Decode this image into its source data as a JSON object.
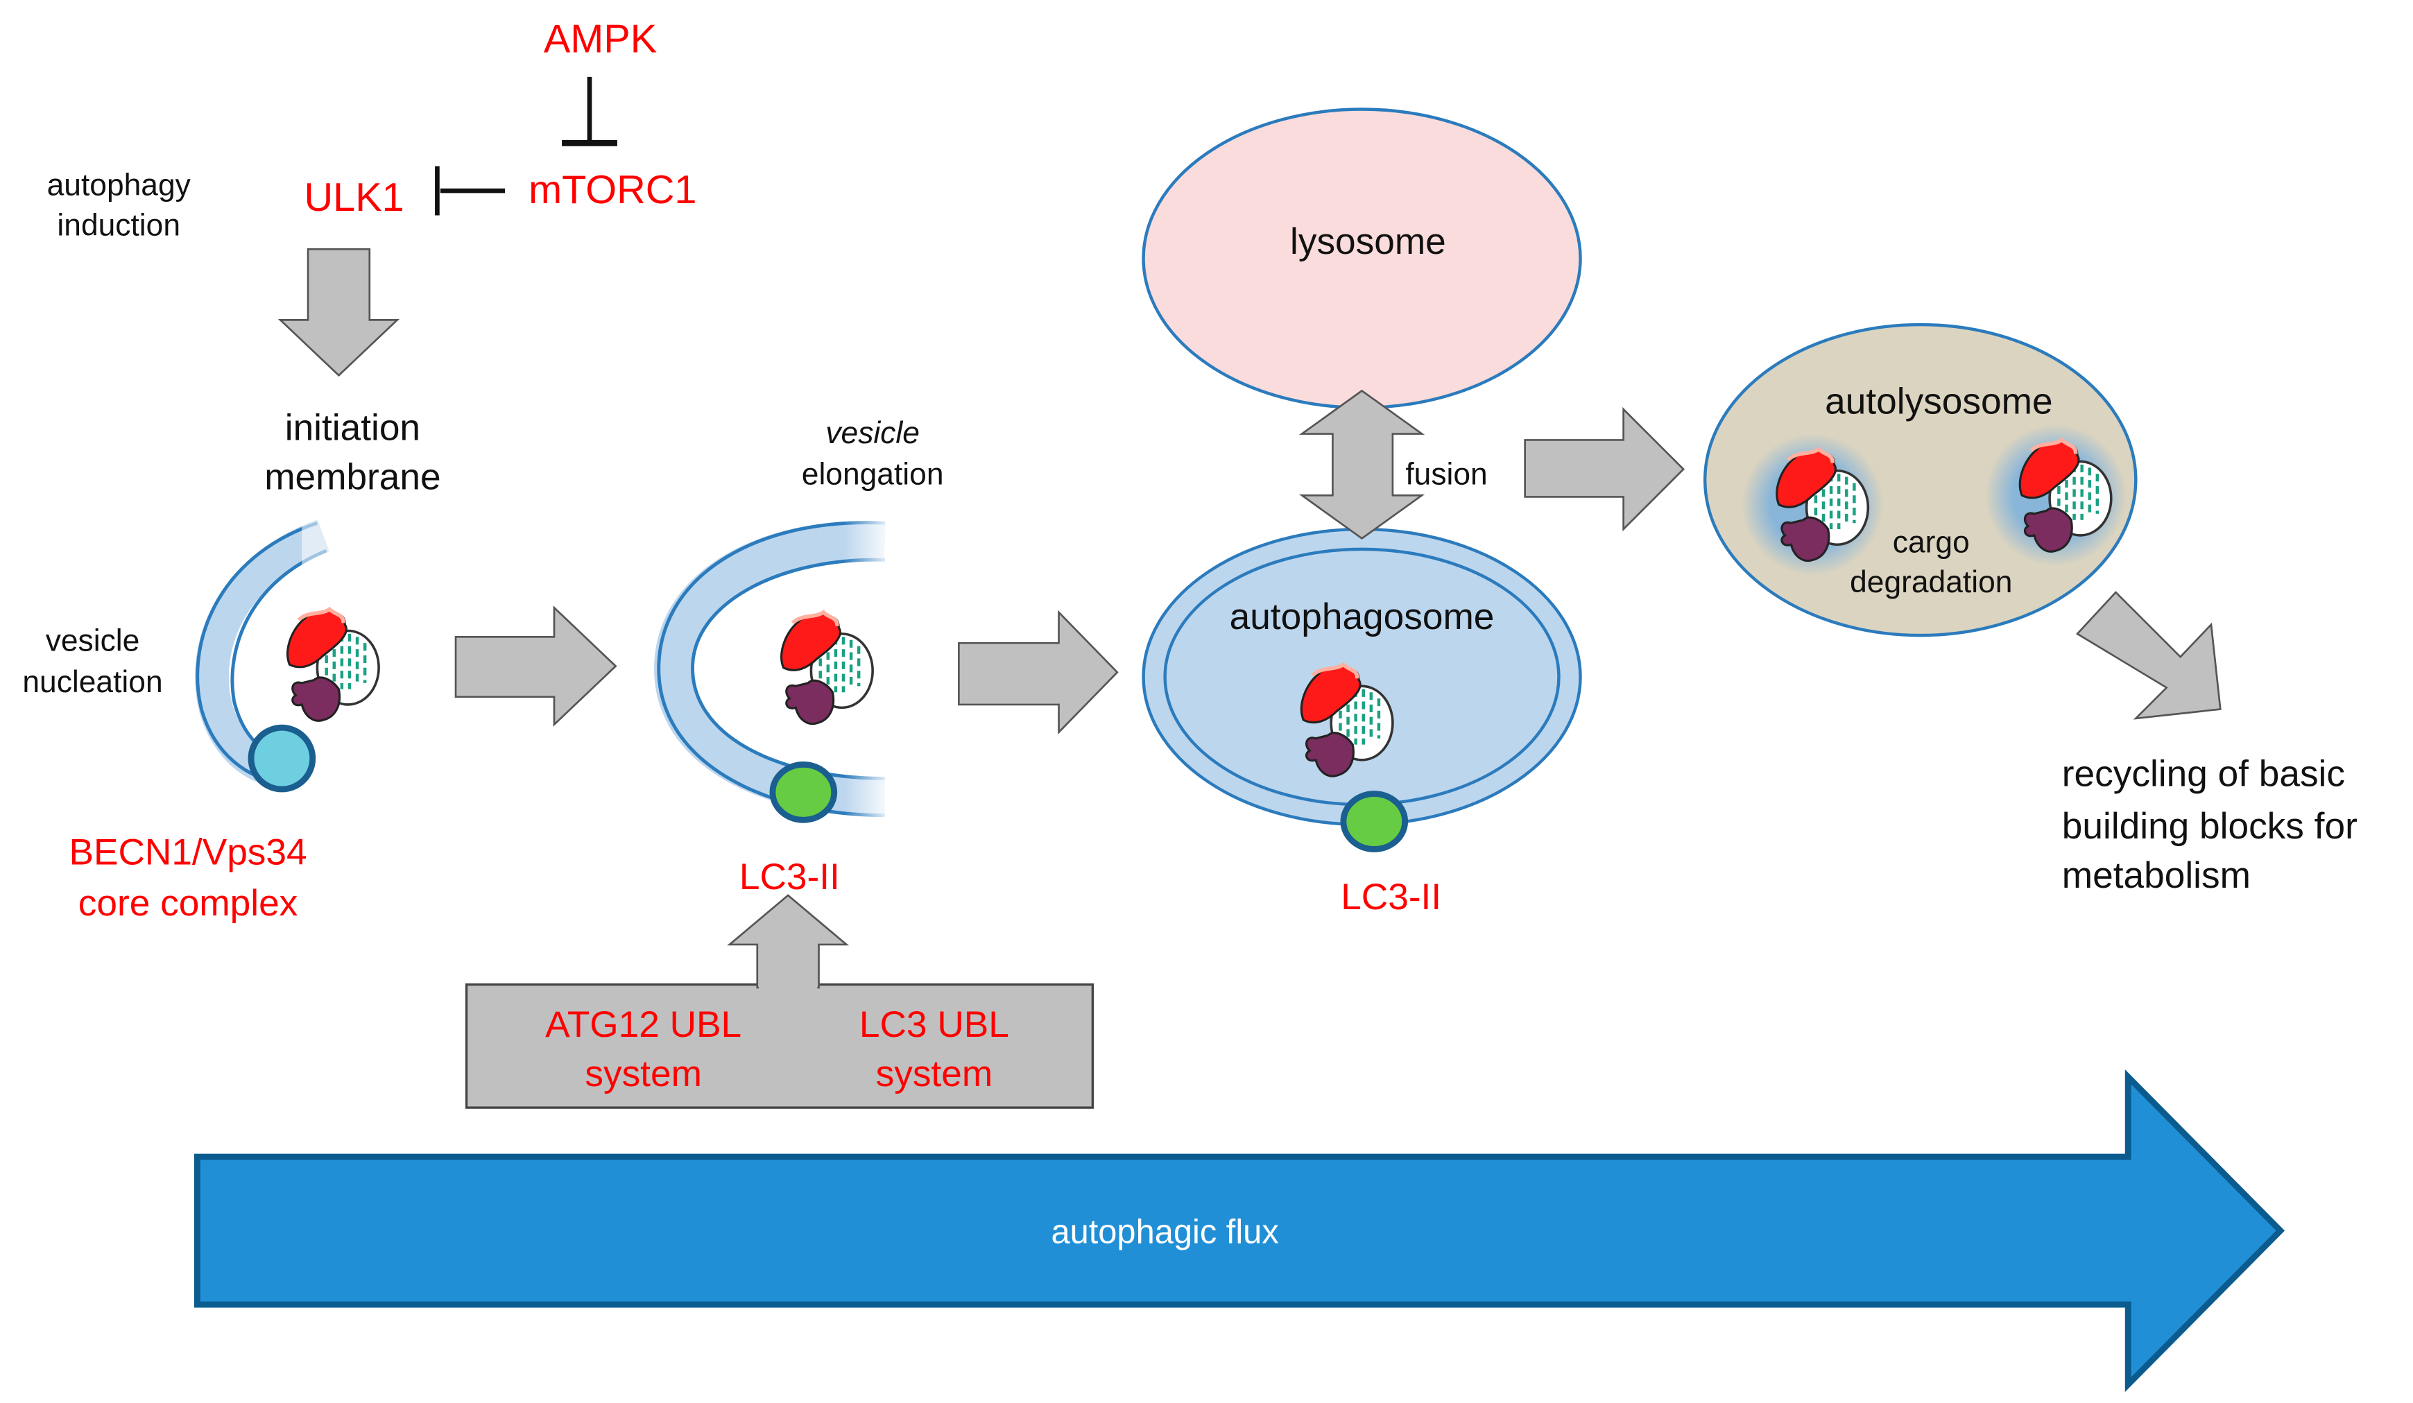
{
  "diagram": {
    "title": "autophagy pathway",
    "regulation": {
      "ampk": "AMPK",
      "mtorc1": "mTORC1",
      "ulk1": "ULK1",
      "induction_label": [
        "autophagy",
        "induction"
      ]
    },
    "stages": {
      "initiation": [
        "initiation",
        "membrane"
      ],
      "nucleation": {
        "label": [
          "vesicle",
          "nucleation"
        ],
        "complex": [
          "BECN1/Vps34",
          "core complex"
        ]
      },
      "elongation": {
        "label": [
          "vesicle",
          "elongation"
        ],
        "marker": "LC3-II",
        "ubl_systems": [
          {
            "line1": "ATG12 UBL",
            "line2": "system"
          },
          {
            "line1": "LC3 UBL",
            "line2": "system"
          }
        ]
      },
      "lysosome": "lysosome",
      "fusion": "fusion",
      "autophagosome": {
        "label": "autophagosome",
        "marker": "LC3-II"
      },
      "autolysosome": {
        "label": "autolysosome",
        "cargo": [
          "cargo",
          "degradation"
        ]
      },
      "recycling": [
        "recycling of basic",
        "building blocks for",
        "metabolism"
      ]
    },
    "flux_label": "autophagic flux"
  },
  "colors": {
    "regulator_text": "#ff0000",
    "lysosome_fill": "#fadcdc",
    "membrane_fill": "#bcd6ee",
    "membrane_stroke": "#2b7bbd",
    "autolysosome_fill": "#dbd4c0",
    "nucleation_protein": "#6ecfe0",
    "lc3_marker": "#66cc44",
    "flux_arrow": "#218fd6",
    "gray_arrow": "#c0c0c0"
  }
}
